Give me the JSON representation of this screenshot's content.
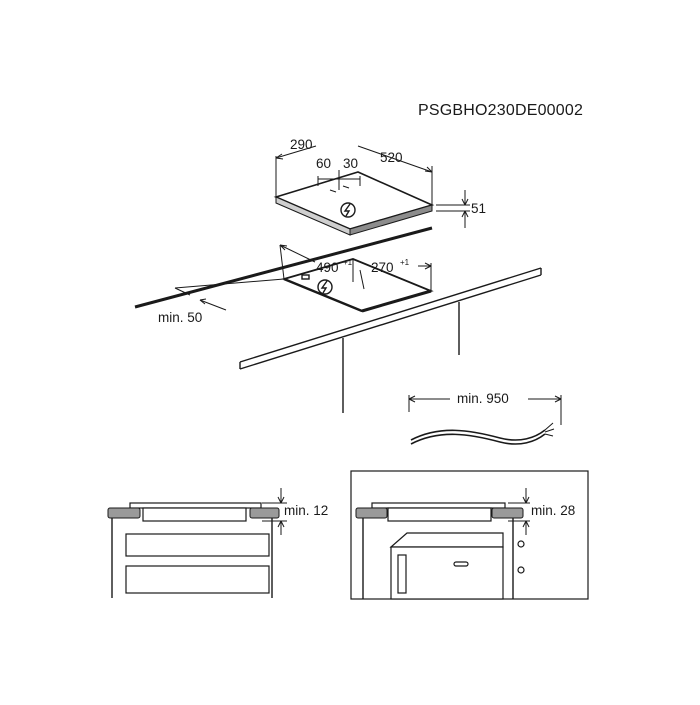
{
  "reference_code": "PSGBHO230DE00002",
  "hob_dimensions": {
    "depth": "290",
    "width": "520",
    "left_offset": "60",
    "right_offset": "30",
    "height": "51"
  },
  "cutout_dimensions": {
    "width": "490",
    "width_tolerance": "+1",
    "depth": "270",
    "depth_tolerance": "+1",
    "min_edge_distance": "min. 50"
  },
  "cable": {
    "min_length": "min. 950"
  },
  "installation_left": {
    "clearance": "min. 12"
  },
  "installation_right": {
    "clearance": "min. 28"
  },
  "symbols": {
    "electric_connection": "lightning-bolt-icon"
  },
  "colors": {
    "line": "#1a1a1a",
    "worktop_grey": "#9a9a9a"
  }
}
